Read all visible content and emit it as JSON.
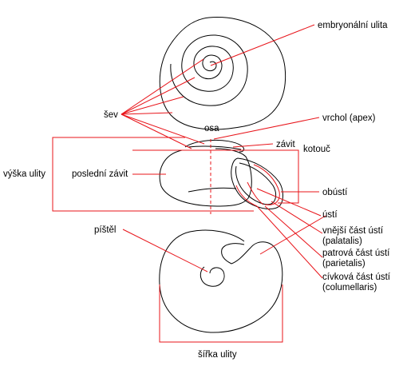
{
  "colors": {
    "shell": "#000000",
    "leader": "#e8141a",
    "background": "#ffffff"
  },
  "labels": {
    "embryonal": "embryonální ulita",
    "sev": "šev",
    "vrchol": "vrchol (apex)",
    "osa": "osa",
    "zavit": "závit",
    "kotouc": "kotouč",
    "vyska": "výška ulity",
    "posledni": "poslední závit",
    "obusti": "obústí",
    "usti": "ústí",
    "palatalis_1": "vnější část ústí",
    "palatalis_2": "(palatalis)",
    "parietalis_1": "patrová část ústí",
    "parietalis_2": "(parietalis)",
    "columellaris_1": "cívková část ústí",
    "columellaris_2": "(columellaris)",
    "pistel": "píštěl",
    "sirka": "šířka ulity"
  }
}
